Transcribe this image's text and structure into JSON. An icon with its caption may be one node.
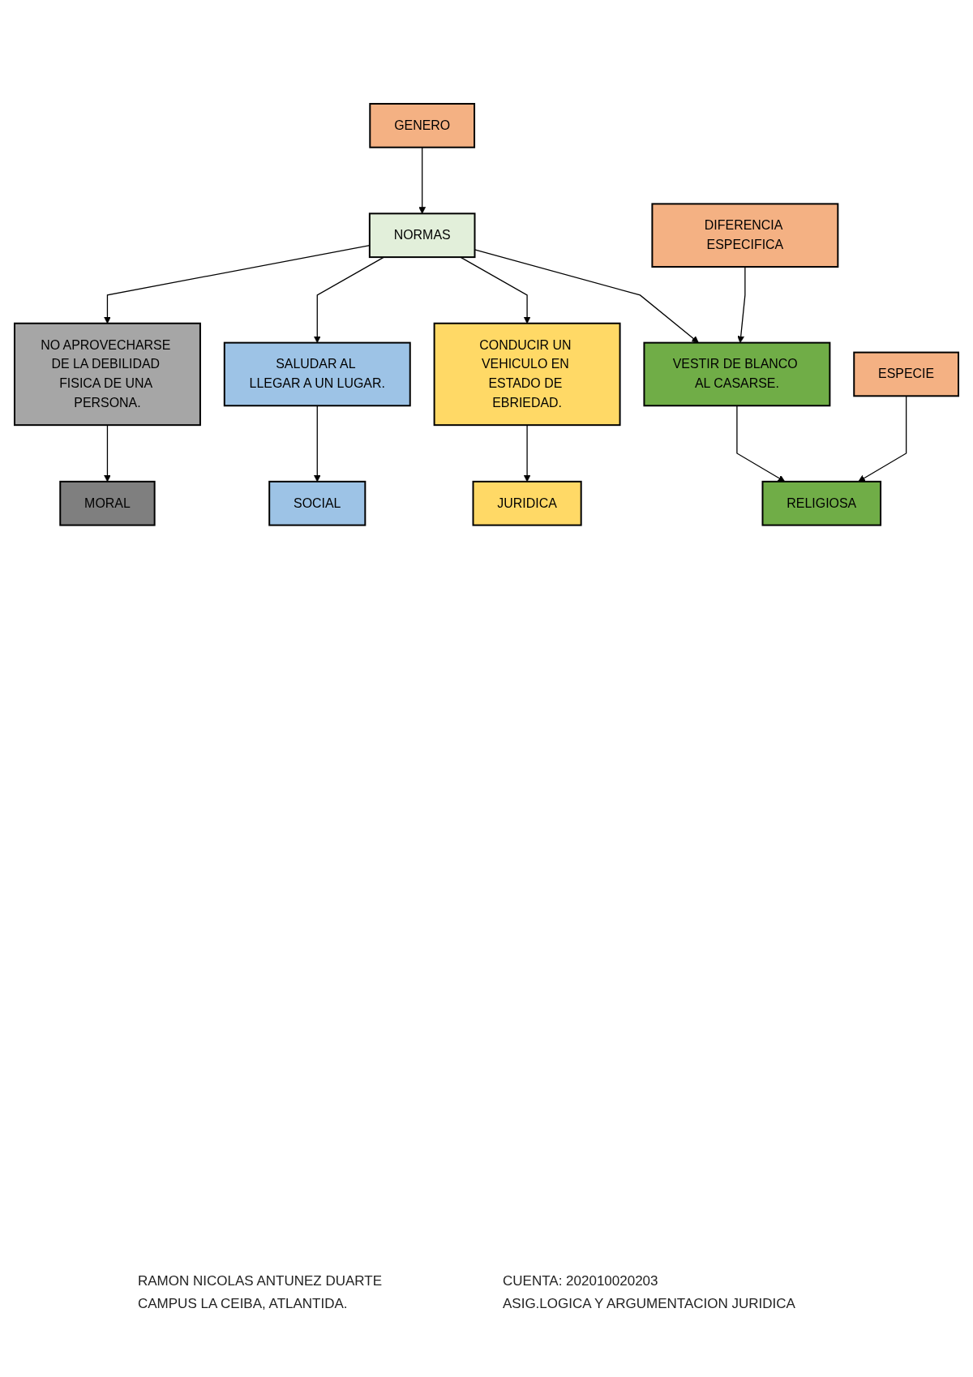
{
  "diagram": {
    "nodes": [
      {
        "text": [
          "GENERO"
        ]
      },
      {
        "text": [
          "NORMAS"
        ]
      },
      {
        "text": [
          "DIFERENCIA ESPECIFICA"
        ]
      },
      {
        "text": [
          "VESTIR DE BLANCO AL CASARSE."
        ]
      },
      {
        "text": [
          "CONDUCIR UN VEHICULO EN ESTADO DE EBRIEDAD."
        ]
      },
      {
        "text": [
          "SALUDAR AL LLEGAR A UN LUGAR."
        ]
      },
      {
        "text": [
          "NO APROVECHARSE DE LA DEBILIDAD FISICA DE UNA PERSONA."
        ]
      },
      {
        "text": [
          "ESPECIE"
        ]
      },
      {
        "text": [
          "RELIGIOSA"
        ]
      },
      {
        "text": [
          "JURIDICA"
        ]
      },
      {
        "text": [
          "SOCIAL"
        ]
      },
      {
        "text": [
          "MORAL"
        ]
      }
    ],
    "edges": [
      {
        "from": 0,
        "to": 1,
        "arrow": "to"
      },
      {
        "from": 1,
        "to": 3,
        "arrow": "to"
      },
      {
        "from": 1,
        "to": 4,
        "arrow": "to"
      },
      {
        "from": 1,
        "to": 5,
        "arrow": "to"
      },
      {
        "from": 1,
        "to": 6,
        "arrow": "to"
      },
      {
        "from": 2,
        "to": 3,
        "arrow": "to"
      },
      {
        "from": 3,
        "to": 8,
        "arrow": "to"
      },
      {
        "from": 4,
        "to": 9,
        "arrow": "to"
      },
      {
        "from": 5,
        "to": 10,
        "arrow": "to"
      },
      {
        "from": 6,
        "to": 11,
        "arrow": "to"
      },
      {
        "from": 7,
        "to": 8,
        "arrow": "to"
      }
    ],
    "labels": [
      "RAMON NICOLAS ANTUNEZ DUARTE",
      "CUENTA:  202010020203",
      "CAMPUS LA CEIBA, ATLANTIDA.",
      "ASIG.LOGICA Y ARGUMENTACION JURIDICA"
    ]
  }
}
